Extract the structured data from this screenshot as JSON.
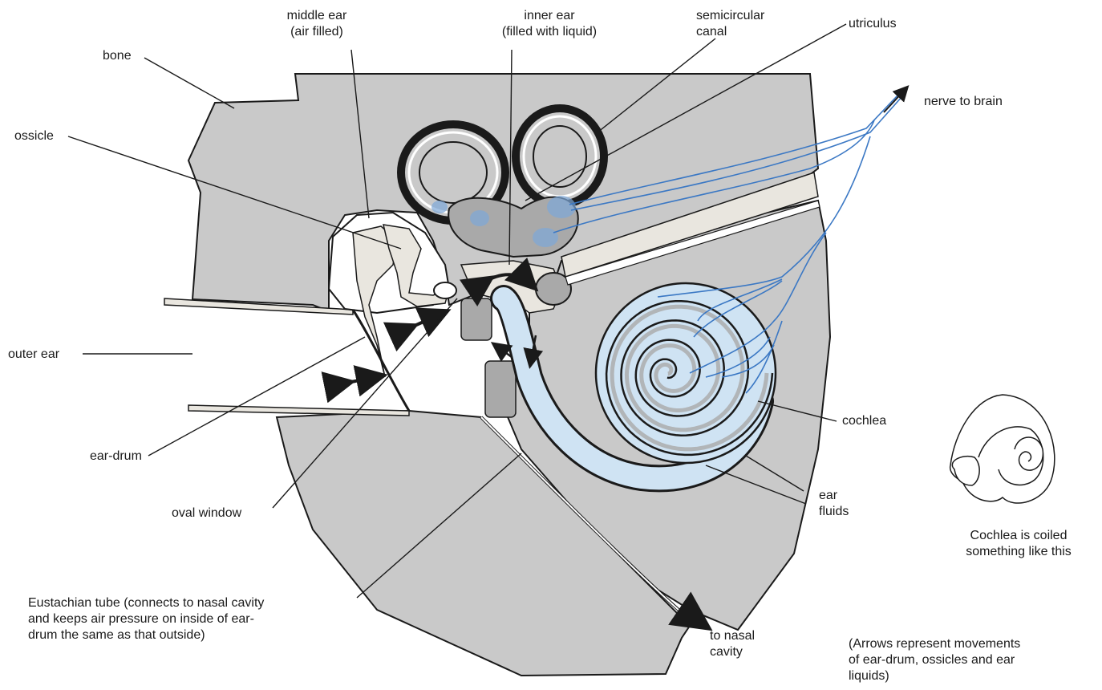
{
  "labels": {
    "bone": "bone",
    "middle_ear": "middle ear\n(air filled)",
    "inner_ear": "inner ear\n(filled with liquid)",
    "semicircular_canal": "semicircular\ncanal",
    "utriculus": "utriculus",
    "nerve_to_brain": "nerve to brain",
    "ossicle": "ossicle",
    "outer_ear": "outer ear",
    "ear_drum": "ear-drum",
    "oval_window": "oval window",
    "cochlea": "cochlea",
    "ear_fluids": "ear\nfluids",
    "cochlea_caption": "Cochlea is coiled\nsomething like this",
    "eustachian_tube": "Eustachian tube (connects to nasal cavity\nand keeps air pressure on inside of ear-\ndrum the same as that outside)",
    "to_nasal_cavity": "to nasal\ncavity",
    "arrows_note": "(Arrows represent movements\nof ear-drum, ossicles and ear\nliquids)"
  },
  "colors": {
    "bone": "#c9c9c9",
    "bone_dark": "#a9a9a9",
    "fluid": "#cfe3f3",
    "nerve": "#3b78c4",
    "stipple": "#e9e6df",
    "ink": "#1a1a1a"
  }
}
